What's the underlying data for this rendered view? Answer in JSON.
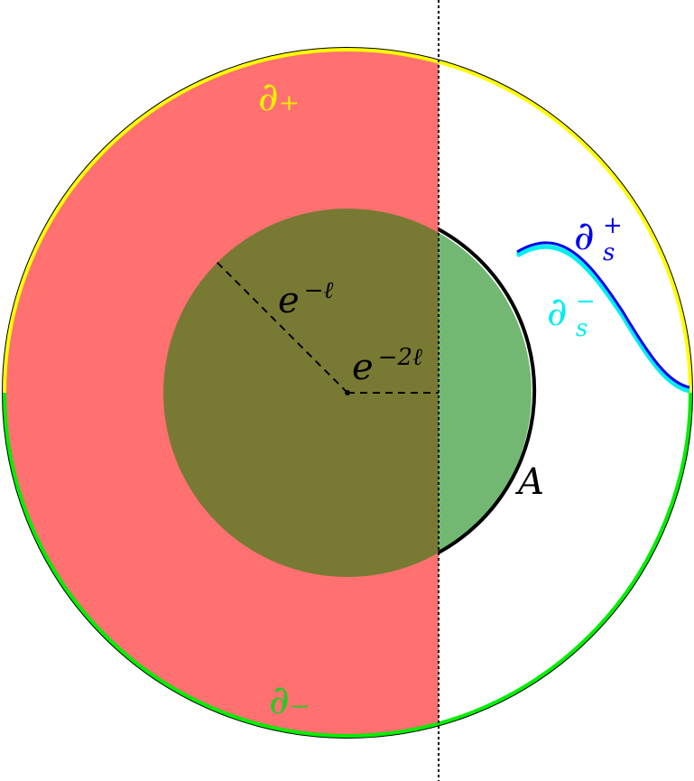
{
  "diagram": {
    "labels": {
      "partial_plus": "∂₊",
      "partial_minus": "∂₋",
      "partial_s_plus_base": "∂",
      "partial_s_plus_sub": "s",
      "partial_s_plus_sup": "+",
      "partial_s_minus_base": "∂",
      "partial_s_minus_sub": "s",
      "partial_s_minus_sup": "−",
      "radius_outer_base": "e",
      "radius_outer_exp": "−ℓ",
      "radius_inner_base": "e",
      "radius_inner_exp": "−2ℓ",
      "region_a": "A"
    },
    "colors": {
      "outer_boundary_top": "#ffff00",
      "outer_boundary_bottom": "#00ee00",
      "red_region": "#ff7070",
      "inner_disk_overlap": "#787a33",
      "inner_disk_right": "#72b872",
      "curve_s_plus": "#0000ee",
      "curve_s_minus": "#00eeee",
      "label_plus": "#eeee00",
      "label_minus": "#22cc22",
      "outline": "#000000"
    }
  }
}
